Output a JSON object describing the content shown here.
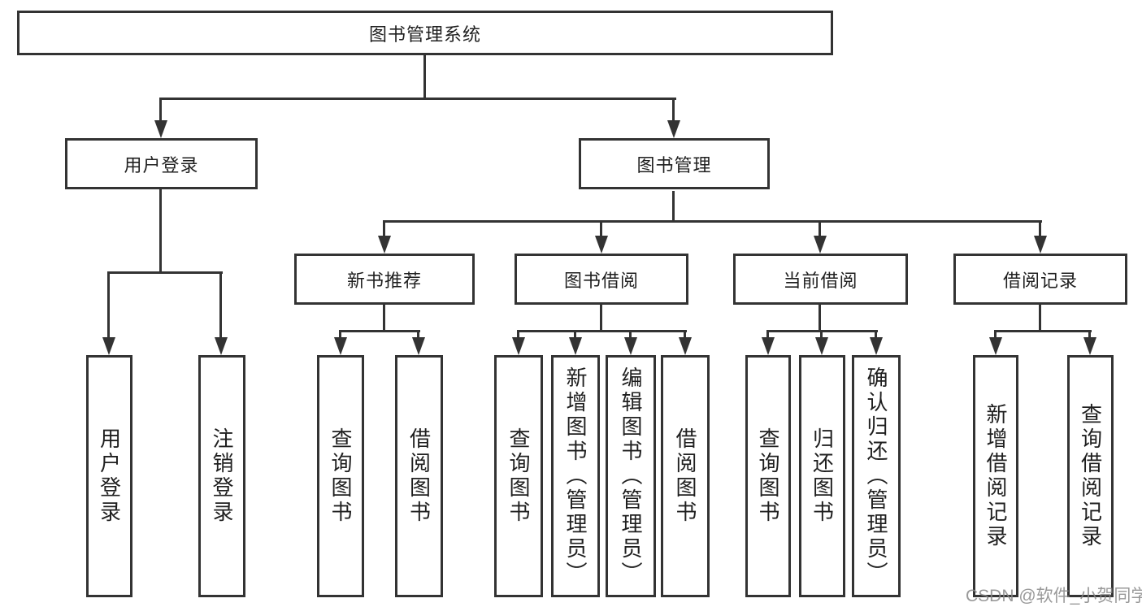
{
  "diagram": {
    "title": "图书管理系统",
    "level2": [
      {
        "label": "用户登录",
        "children": [
          {
            "label": "用户登录"
          },
          {
            "label": "注销登录"
          }
        ]
      },
      {
        "label": "图书管理",
        "groups": [
          {
            "label": "新书推荐",
            "children": [
              {
                "label": "查询图书"
              },
              {
                "label": "借阅图书"
              }
            ]
          },
          {
            "label": "图书借阅",
            "children": [
              {
                "label": "查询图书"
              },
              {
                "label": "新增图书（管理员）"
              },
              {
                "label": "编辑图书（管理员）"
              },
              {
                "label": "借阅图书"
              }
            ]
          },
          {
            "label": "当前借阅",
            "children": [
              {
                "label": "查询图书"
              },
              {
                "label": "归还图书"
              },
              {
                "label": "确认归还（管理员）"
              }
            ]
          },
          {
            "label": "借阅记录",
            "children": [
              {
                "label": "新增借阅记录"
              },
              {
                "label": "查询借阅记录"
              }
            ]
          }
        ]
      }
    ],
    "colors": {
      "line": "#333333",
      "text": "#1f1f1f",
      "background": "#ffffff"
    }
  },
  "watermark": {
    "text": "CSDN @软件_小贺同学",
    "color": "#878787"
  }
}
